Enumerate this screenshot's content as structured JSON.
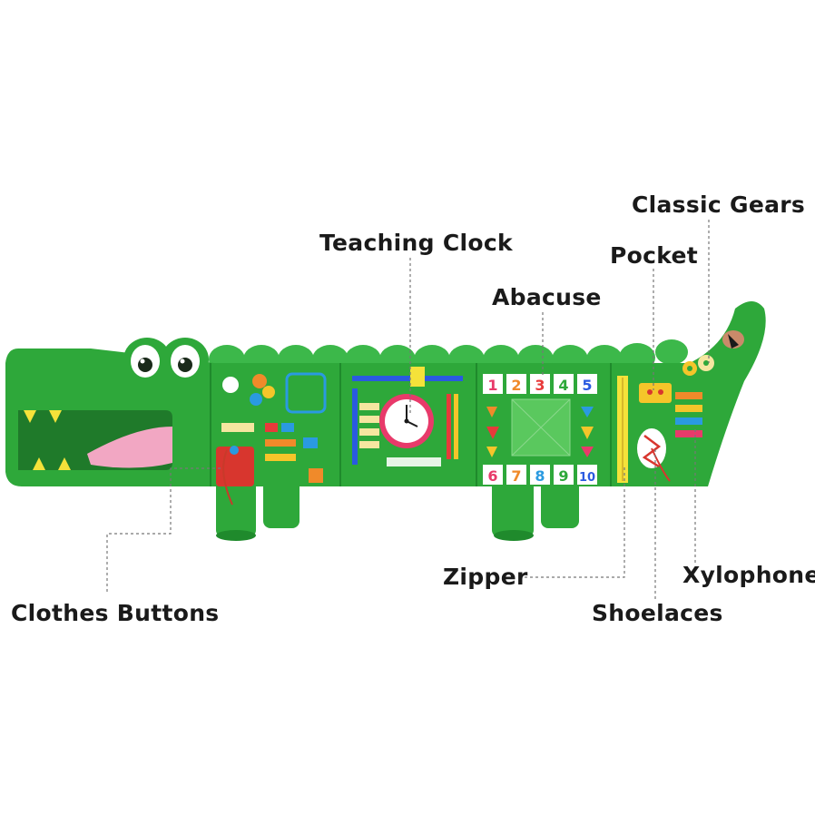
{
  "labels": {
    "classic_gears": "Classic Gears",
    "teaching_clock": "Teaching Clock",
    "pocket": "Pocket",
    "abacuse": "Abacuse",
    "zipper": "Zipper",
    "xylophone": "Xylophone",
    "clothes_buttons": "Clothes Buttons",
    "shoelaces": "Shoelaces"
  },
  "number_tiles_top": [
    "1",
    "2",
    "3",
    "4",
    "5"
  ],
  "number_tiles_bottom": [
    "6",
    "7",
    "8",
    "9",
    "10"
  ],
  "colors": {
    "board_green": "#2ea83a",
    "board_dark": "#1f8a2c",
    "scale_green": "#3cb84a",
    "mouth_dark": "#1f7a2a",
    "tongue_pink": "#f2a7c3",
    "tooth_yellow": "#f5e23a",
    "clock_face": "#ffffff",
    "clock_rim": "#e83a6a",
    "leader_line": "#777777",
    "label_text": "#1a1a1a"
  }
}
